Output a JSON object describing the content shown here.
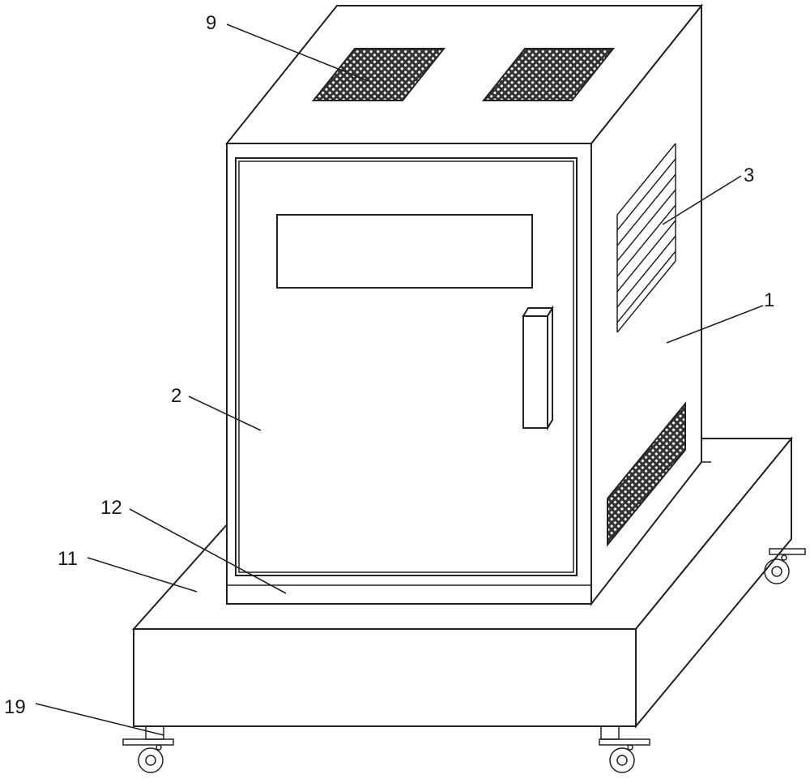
{
  "figure": {
    "type": "patent line drawing",
    "subject": "equipment cabinet on wheeled base",
    "line_color": "#222222",
    "background": "#ffffff"
  },
  "labels": [
    {
      "id": "9",
      "text": "9",
      "part": "top ventilation mesh"
    },
    {
      "id": "3",
      "text": "3",
      "part": "side louver vent"
    },
    {
      "id": "1",
      "text": "1",
      "part": "cabinet body"
    },
    {
      "id": "2",
      "text": "2",
      "part": "front door"
    },
    {
      "id": "12",
      "text": "12",
      "part": "door bottom frame"
    },
    {
      "id": "11",
      "text": "11",
      "part": "base platform"
    },
    {
      "id": "19",
      "text": "19",
      "part": "caster wheel"
    }
  ]
}
